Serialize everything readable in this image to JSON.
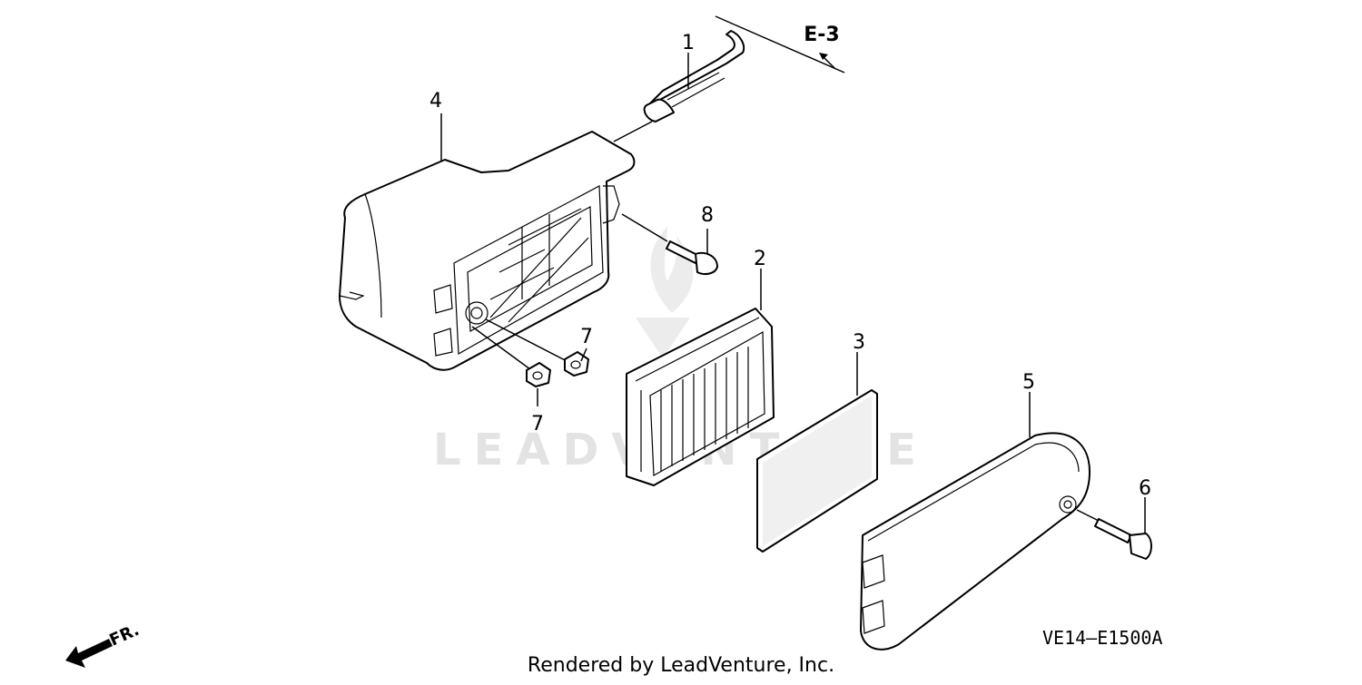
{
  "diagram": {
    "ref_label": "E-3",
    "callouts": {
      "c1": "1",
      "c2": "2",
      "c3": "3",
      "c4": "4",
      "c5": "5",
      "c6": "6",
      "c7a": "7",
      "c7b": "7",
      "c8": "8"
    },
    "drawing_code": "VE14—E1500A",
    "direction_label": "FR.",
    "watermark": "LEADVENTURE",
    "footer": "Rendered by LeadVenture, Inc."
  }
}
